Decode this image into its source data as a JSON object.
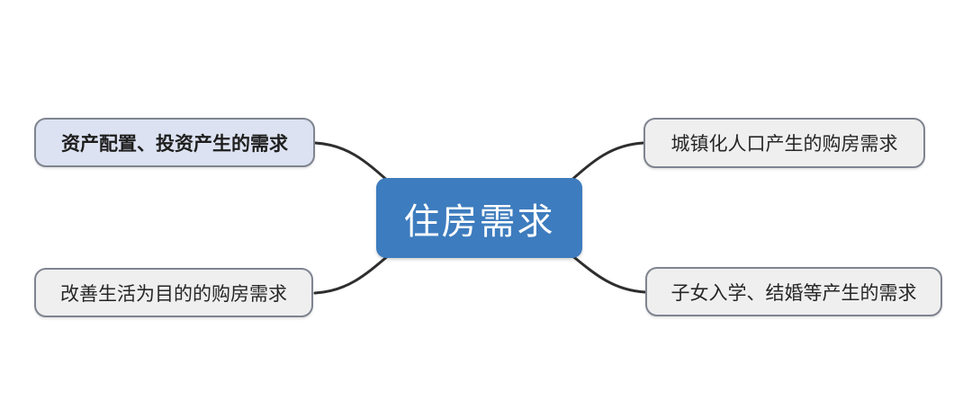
{
  "diagram": {
    "center_node": {
      "label": "住房需求"
    },
    "branches": [
      {
        "position": "top-left",
        "label": "资产配置、投资产生的需求",
        "bold": true
      },
      {
        "position": "top-right",
        "label": "城镇化人口产生的购房需求",
        "bold": false
      },
      {
        "position": "bottom-left",
        "label": "改善生活为目的的购房需求",
        "bold": false
      },
      {
        "position": "bottom-right",
        "label": "子女入学、结婚等产生的需求",
        "bold": false
      }
    ],
    "colors": {
      "center_fill": "#3D7CBE",
      "center_text": "#FFFFFF",
      "branch_fill": "#EFEFEF",
      "branch_emphasis_fill": "#DCE2F1",
      "branch_border": "#7F8490",
      "branch_text": "#262626",
      "connector": "#2E2E2E",
      "background": "#FFFFFF"
    }
  }
}
